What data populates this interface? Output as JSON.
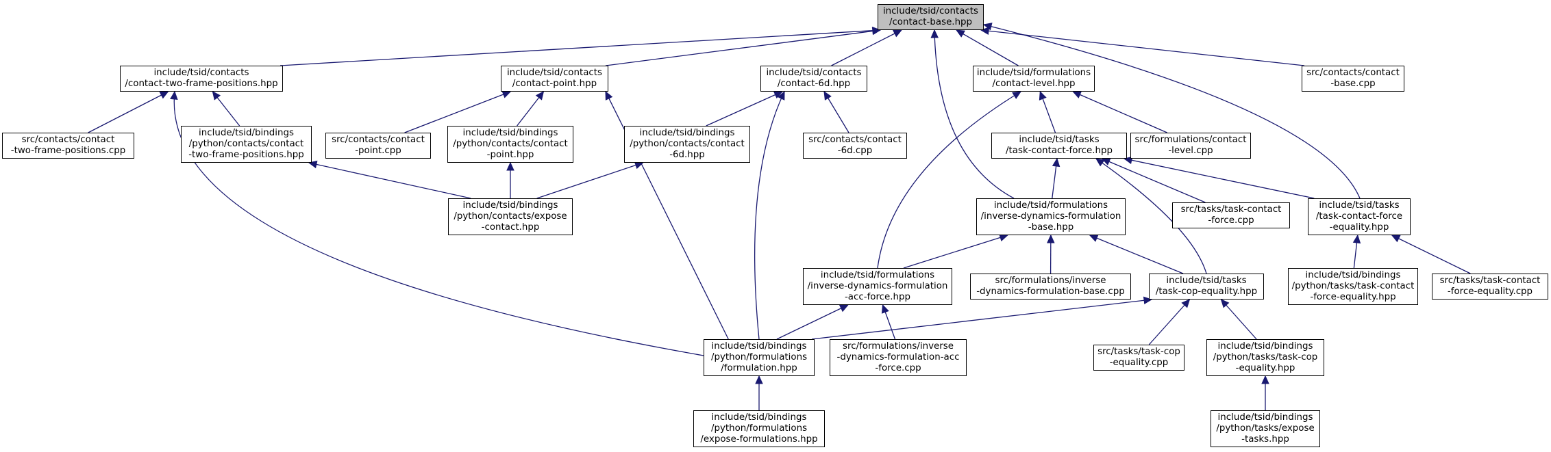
{
  "colors": {
    "edge": "#191970",
    "node_border": "#000000",
    "root_fill": "#bfbfbf",
    "node_fill": "#ffffff"
  },
  "nodes": {
    "root": [
      "include/tsid/contacts",
      "/contact-base.hpp"
    ],
    "c2fp": [
      "include/tsid/contacts",
      "/contact-two-frame-positions.hpp"
    ],
    "cp": [
      "include/tsid/contacts",
      "/contact-point.hpp"
    ],
    "c6d": [
      "include/tsid/contacts",
      "/contact-6d.hpp"
    ],
    "clh": [
      "include/tsid/formulations",
      "/contact-level.hpp"
    ],
    "cbcpp": [
      "src/contacts/contact",
      "-base.cpp"
    ],
    "c2fpcpp": [
      "src/contacts/contact",
      "-two-frame-positions.cpp"
    ],
    "bc2fp": [
      "include/tsid/bindings",
      "/python/contacts/contact",
      "-two-frame-positions.hpp"
    ],
    "cpcpp": [
      "src/contacts/contact",
      "-point.cpp"
    ],
    "bcp": [
      "include/tsid/bindings",
      "/python/contacts/contact",
      "-point.hpp"
    ],
    "bc6d": [
      "include/tsid/bindings",
      "/python/contacts/contact",
      "-6d.hpp"
    ],
    "c6dcpp": [
      "src/contacts/contact",
      "-6d.cpp"
    ],
    "tcf": [
      "include/tsid/tasks",
      "/task-contact-force.hpp"
    ],
    "clcpp": [
      "src/formulations/contact",
      "-level.cpp"
    ],
    "bexpc": [
      "include/tsid/bindings",
      "/python/contacts/expose",
      "-contact.hpp"
    ],
    "idfb": [
      "include/tsid/formulations",
      "/inverse-dynamics-formulation",
      "-base.hpp"
    ],
    "tcfcpp": [
      "src/tasks/task-contact",
      "-force.cpp"
    ],
    "tcfe": [
      "include/tsid/tasks",
      "/task-contact-force",
      "-equality.hpp"
    ],
    "idfa": [
      "include/tsid/formulations",
      "/inverse-dynamics-formulation",
      "-acc-force.hpp"
    ],
    "idfbcpp": [
      "src/formulations/inverse",
      "-dynamics-formulation-base.cpp"
    ],
    "tcop": [
      "include/tsid/tasks",
      "/task-cop-equality.hpp"
    ],
    "btcfe": [
      "include/tsid/bindings",
      "/python/tasks/task-contact",
      "-force-equality.hpp"
    ],
    "tcfecpp": [
      "src/tasks/task-contact",
      "-force-equality.cpp"
    ],
    "bform": [
      "include/tsid/bindings",
      "/python/formulations",
      "/formulation.hpp"
    ],
    "idfacpp": [
      "src/formulations/inverse",
      "-dynamics-formulation-acc",
      "-force.cpp"
    ],
    "tcopcpp": [
      "src/tasks/task-cop",
      "-equality.cpp"
    ],
    "btcop": [
      "include/tsid/bindings",
      "/python/tasks/task-cop",
      "-equality.hpp"
    ],
    "bexpf": [
      "include/tsid/bindings",
      "/python/formulations",
      "/expose-formulations.hpp"
    ],
    "bexpt": [
      "include/tsid/bindings",
      "/python/tasks/expose",
      "-tasks.hpp"
    ]
  },
  "edges": [
    [
      "c2fp",
      "root"
    ],
    [
      "cp",
      "root"
    ],
    [
      "c6d",
      "root"
    ],
    [
      "clh",
      "root"
    ],
    [
      "cbcpp",
      "root"
    ],
    [
      "idfb",
      "root"
    ],
    [
      "tcfe",
      "root"
    ],
    [
      "c2fpcpp",
      "c2fp"
    ],
    [
      "bc2fp",
      "c2fp"
    ],
    [
      "bform",
      "c2fp"
    ],
    [
      "cpcpp",
      "cp"
    ],
    [
      "bcp",
      "cp"
    ],
    [
      "bform",
      "cp"
    ],
    [
      "bc6d",
      "c6d"
    ],
    [
      "c6dcpp",
      "c6d"
    ],
    [
      "bform",
      "c6d"
    ],
    [
      "tcf",
      "clh"
    ],
    [
      "clcpp",
      "clh"
    ],
    [
      "idfa",
      "clh"
    ],
    [
      "bexpc",
      "bc2fp"
    ],
    [
      "bexpc",
      "bcp"
    ],
    [
      "bexpc",
      "bc6d"
    ],
    [
      "idfb",
      "tcf"
    ],
    [
      "tcfcpp",
      "tcf"
    ],
    [
      "tcfe",
      "tcf"
    ],
    [
      "tcop",
      "tcf"
    ],
    [
      "idfa",
      "idfb"
    ],
    [
      "idfbcpp",
      "idfb"
    ],
    [
      "tcop",
      "idfb"
    ],
    [
      "btcfe",
      "tcfe"
    ],
    [
      "tcfecpp",
      "tcfe"
    ],
    [
      "bform",
      "idfa"
    ],
    [
      "idfacpp",
      "idfa"
    ],
    [
      "bform",
      "tcop"
    ],
    [
      "tcopcpp",
      "tcop"
    ],
    [
      "btcop",
      "tcop"
    ],
    [
      "bexpf",
      "bform"
    ],
    [
      "bexpt",
      "btcop"
    ]
  ]
}
